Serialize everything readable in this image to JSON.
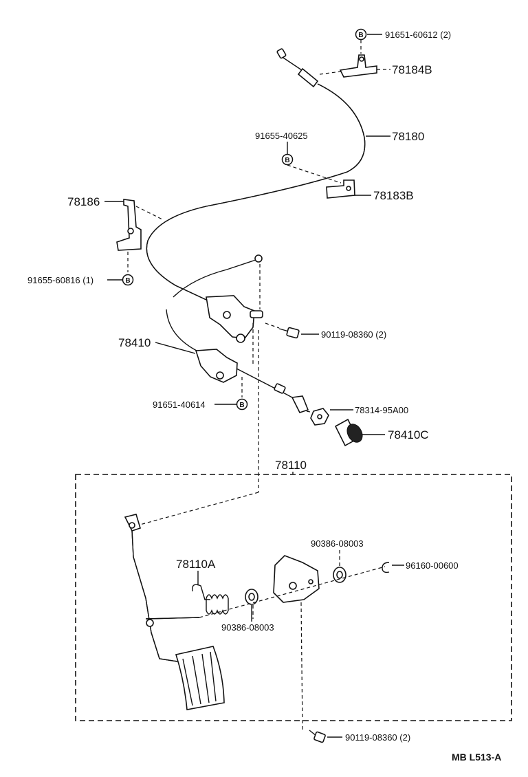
{
  "callouts": {
    "c91651_60612": "91651-60612 (2)",
    "c78184B": "78184B",
    "c91655_40625": "91655-40625",
    "c78180": "78180",
    "c78183B": "78183B",
    "c78186": "78186",
    "c91655_60816": "91655-60816 (1)",
    "c90119_08360_a": "90119-08360 (2)",
    "c78410": "78410",
    "c78314_95A00": "78314-95A00",
    "c91651_40614": "91651-40614",
    "c78410C": "78410C",
    "c78110": "78110",
    "c90386_08003_a": "90386-08003",
    "c96160_00600": "96160-00600",
    "c78110A": "78110A",
    "c90386_08003_b": "90386-08003",
    "c90119_08360_b": "90119-08360 (2)"
  },
  "badge_letter": "B",
  "footer": {
    "code": "MB  L513-A"
  }
}
